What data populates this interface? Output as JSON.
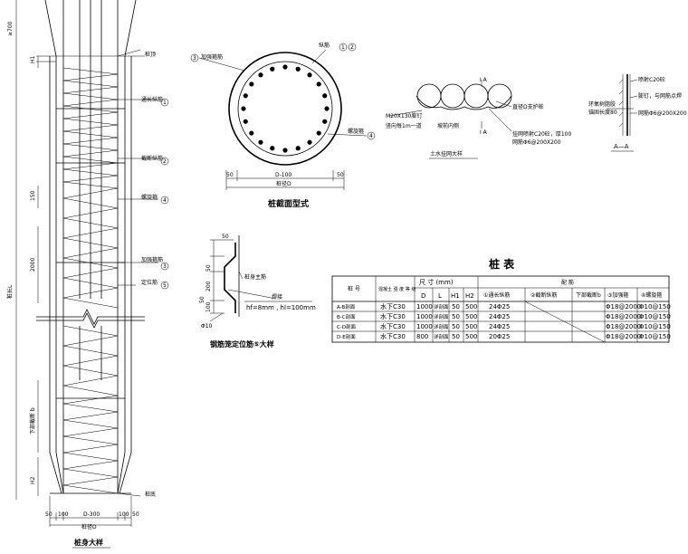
{
  "pile_detail": {
    "top_dim": "≥700",
    "h1": "H1",
    "pile_top": "桩顶",
    "long_rebar": "通长纵筋",
    "cut_rebar": "截断纵筋",
    "spiral": "螺旋箍",
    "stiff_ring": "加强箍筋",
    "locator": "定位筋",
    "d150": "150",
    "d2000": "2000",
    "pile_length": "桩长L",
    "lower_anchor": "下部截断 b",
    "h2": "H2",
    "pile_bottom": "桩底",
    "b50a": "50",
    "b100a": "100",
    "bD300": "D-300",
    "b100b": "100",
    "b50b": "50",
    "pile_diam": "桩径D",
    "title": "桩身大样",
    "c1": "1",
    "c2": "2",
    "c3": "3",
    "c4": "4",
    "c5": "5"
  },
  "section": {
    "stiff_label": "加强箍筋",
    "long_label": "纵筋",
    "spiral_label": "螺旋箍",
    "c1": "1",
    "c2": "2",
    "c3": "3",
    "c4": "4",
    "d50a": "50",
    "dD100": "D-100",
    "d50b": "50",
    "diam": "桩径D",
    "title": "桩截面型式"
  },
  "retain": {
    "ia_top": "I A",
    "ia_bot": "I A",
    "anchor_bolt": "M20X130膨钉",
    "anchor_spacing": "竖向每1m一道",
    "side_label": "坡前内侧",
    "pile_label": "直径D支护桩",
    "mesh1": "挂网喷射C20砼，厚100",
    "mesh2": "网筋Φ6@200X200",
    "title": "土水挂网大样"
  },
  "aa": {
    "conc": "喷射C20砼",
    "nail": "膨钉，与网筋点焊",
    "mesh": "网筋Φ6@200X200",
    "epoxy": "环氧树脂胶",
    "depth": "锚固长度80",
    "title": "A—A"
  },
  "ring": {
    "d50": "50",
    "d50b": "50",
    "d200": "200",
    "d100": "100",
    "d50c": "50",
    "main": "桩身主筋",
    "weld": "焊接",
    "weld_size": "hf=8mm , hl=100mm",
    "phi": "Φ10",
    "title": "钢筋笼定位筋⑤大样"
  },
  "table": {
    "title": "桩 表",
    "h_id": "桩 号",
    "h_conc": "混凝土 强 度 等 级",
    "h_size": "尺 寸 (mm)",
    "h_rebar": "配 筋",
    "h_D": "D",
    "h_L": "L",
    "h_H1": "H1",
    "h_H2": "H2",
    "h_r1": "①通长纵筋",
    "h_r2": "②截断纵筋",
    "h_b": "下部截断b",
    "h_r3": "③加强箍",
    "h_r4": "④螺旋箍",
    "rows": [
      {
        "id": "A-B剖面",
        "conc": "水下C30",
        "D": "1000",
        "L": "详剖面",
        "H1": "50",
        "H2": "500",
        "r1": "24Φ25",
        "r3": "Φ18@2000",
        "r4": "Φ10@150"
      },
      {
        "id": "B-C剖面",
        "conc": "水下C30",
        "D": "1000",
        "L": "详剖面",
        "H1": "50",
        "H2": "500",
        "r1": "24Φ25",
        "r3": "Φ18@2000",
        "r4": "Φ10@150"
      },
      {
        "id": "C-D剖面",
        "conc": "水下C30",
        "D": "1000",
        "L": "详剖面",
        "H1": "50",
        "H2": "500",
        "r1": "24Φ25",
        "r3": "Φ18@2000",
        "r4": "Φ10@150"
      },
      {
        "id": "D-E剖面",
        "conc": "水下C30",
        "D": "800",
        "L": "详剖面",
        "H1": "50",
        "H2": "500",
        "r1": "20Φ25",
        "r3": "Φ18@2000",
        "r4": "Φ10@150"
      }
    ]
  }
}
